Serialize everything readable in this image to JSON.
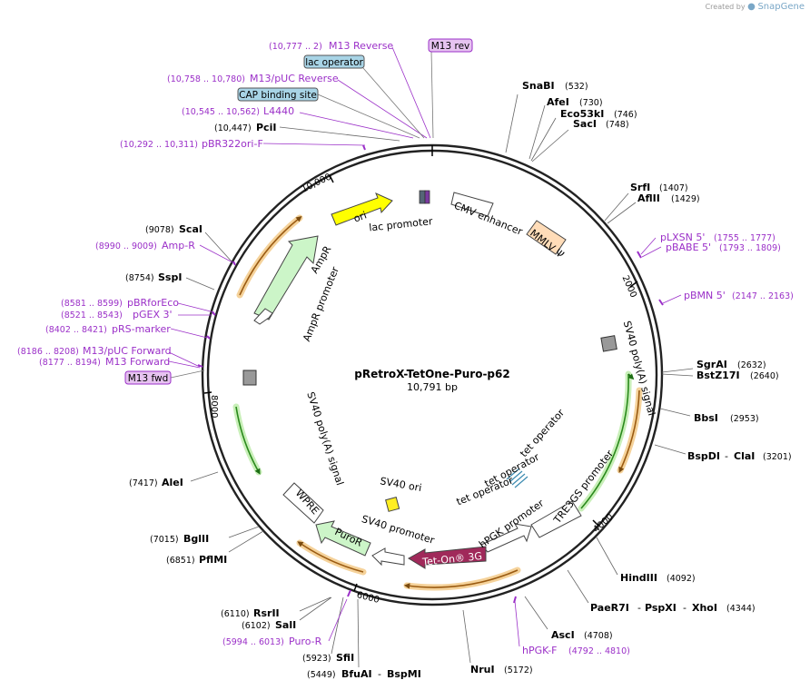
{
  "watermark": {
    "prefix": "Created by",
    "brand": "SnapGene"
  },
  "title": "pRetroX-TetOne-Puro-p62",
  "length_label": "10,791 bp",
  "ticks": [
    "2000",
    "4000",
    "6000",
    "8000",
    "10,000"
  ],
  "enzymes": [
    {
      "id": "snabi",
      "name": "SnaBI",
      "pos": "(532)"
    },
    {
      "id": "afei",
      "name": "AfeI",
      "pos": "(730)"
    },
    {
      "id": "eco53ki",
      "name": "Eco53kI",
      "pos": "(746)"
    },
    {
      "id": "saci",
      "name": "SacI",
      "pos": "(748)"
    },
    {
      "id": "srfi",
      "name": "SrfI",
      "pos": "(1407)"
    },
    {
      "id": "aflii",
      "name": "AflII",
      "pos": "(1429)"
    },
    {
      "id": "sgrai",
      "name": "SgrAI",
      "pos": "(2632)"
    },
    {
      "id": "bstz17i",
      "name": "BstZ17I",
      "pos": "(2640)"
    },
    {
      "id": "bbsi",
      "name": "BbsI",
      "pos": "(2953)"
    },
    {
      "id": "bspdi",
      "name": "BspDI",
      "name2": "ClaI",
      "pos": "(3201)"
    },
    {
      "id": "hindiii",
      "name": "HindIII",
      "pos": "(4092)"
    },
    {
      "id": "paer7i",
      "name": "PaeR7I",
      "name2": "PspXI",
      "name3": "XhoI",
      "pos": "(4344)"
    },
    {
      "id": "asci",
      "name": "AscI",
      "pos": "(4708)"
    },
    {
      "id": "nrui",
      "name": "NruI",
      "pos": "(5172)"
    },
    {
      "id": "bfuai",
      "name": "BfuAI",
      "name2": "BspMI",
      "pos": "(5449)"
    },
    {
      "id": "sfii",
      "name": "SfiI",
      "pos": "(5923)"
    },
    {
      "id": "sali",
      "name": "SalI",
      "pos": "(6102)"
    },
    {
      "id": "rsrii",
      "name": "RsrII",
      "pos": "(6110)"
    },
    {
      "id": "pfimi",
      "name": "PflMI",
      "pos": "(6851)"
    },
    {
      "id": "bglii",
      "name": "BglII",
      "pos": "(7015)"
    },
    {
      "id": "alei",
      "name": "AleI",
      "pos": "(7417)"
    },
    {
      "id": "sspi",
      "name": "SspI",
      "pos": "(8754)"
    },
    {
      "id": "scai",
      "name": "ScaI",
      "pos": "(9078)"
    },
    {
      "id": "pcii",
      "name": "PciI",
      "pos": "(10,447)"
    }
  ],
  "primers": [
    {
      "id": "m13rev",
      "name": "M13 Reverse",
      "pos": "(10,777 .. 2)"
    },
    {
      "id": "m13puc_rev",
      "name": "M13/pUC Reverse",
      "pos": "(10,758 .. 10,780)"
    },
    {
      "id": "l4440",
      "name": "L4440",
      "pos": "(10,545 .. 10,562)"
    },
    {
      "id": "pbr322ori",
      "name": "pBR322ori-F",
      "pos": "(10,292 .. 10,311)"
    },
    {
      "id": "plxsn5",
      "name": "pLXSN 5'",
      "pos": "(1755 .. 1777)"
    },
    {
      "id": "pbabe5",
      "name": "pBABE 5'",
      "pos": "(1793 .. 1809)"
    },
    {
      "id": "pbmn5",
      "name": "pBMN 5'",
      "pos": "(2147 .. 2163)"
    },
    {
      "id": "hpgkf",
      "name": "hPGK-F",
      "pos": "(4792 .. 4810)"
    },
    {
      "id": "puror",
      "name": "Puro-R",
      "pos": "(5994 .. 6013)"
    },
    {
      "id": "m13fwd2",
      "name": "M13 Forward",
      "pos": "(8177 .. 8194)"
    },
    {
      "id": "m13puc_fwd",
      "name": "M13/pUC Forward",
      "pos": "(8186 .. 8208)"
    },
    {
      "id": "prsmarker",
      "name": "pRS-marker",
      "pos": "(8402 .. 8421)"
    },
    {
      "id": "pgex3",
      "name": "pGEX 3'",
      "pos": "(8521 .. 8543)"
    },
    {
      "id": "pbrforeco",
      "name": "pBRforEco",
      "pos": "(8581 .. 8599)"
    },
    {
      "id": "ampr_primer",
      "name": "Amp-R",
      "pos": "(8990 .. 9009)"
    }
  ],
  "boxed_labels": [
    {
      "id": "m13rev_box",
      "text": "M13 rev",
      "kind": "primer"
    },
    {
      "id": "lacop_box",
      "text": "lac operator",
      "kind": "feature"
    },
    {
      "id": "cap_box",
      "text": "CAP binding site",
      "kind": "feature"
    },
    {
      "id": "m13fwd_box",
      "text": "M13 fwd",
      "kind": "primer"
    }
  ],
  "features": {
    "ori": "ori",
    "ampr": "AmpR",
    "ampr_promoter": "AmpR promoter",
    "lac_promoter": "lac promoter",
    "cmv_enhancer": "CMV enhancer",
    "mmlv": "MMLV Ψ",
    "sv40_polya_right": "SV40 poly(A) signal",
    "sv40_polya_left": "SV40 poly(A) signal",
    "tet_op1": "tet operator",
    "tet_op2": "tet operator",
    "tet_op3": "tet operator",
    "tre3gs": "TRE3GS promoter",
    "hpgk": "hPGK promoter",
    "teton": "Tet-On® 3G",
    "sv40_promoter": "SV40 promoter",
    "puror": "PuroR",
    "wpre": "WPRE",
    "sv40_ori": "SV40 ori"
  },
  "colors": {
    "backbone": "#222222",
    "primer": "#9b30c8",
    "primer_box_fill": "#e6c3f0",
    "feature_box_fill": "#a8d4e6",
    "ampr_fill": "#ccf5c8",
    "ori_fill": "#ffff00",
    "mmlv_fill": "#ffdcb8",
    "teton_fill": "#a0295a",
    "puror_fill": "#ccf5c8",
    "orange_arc": "#e8a33c",
    "green_arc": "#3aa82a"
  }
}
